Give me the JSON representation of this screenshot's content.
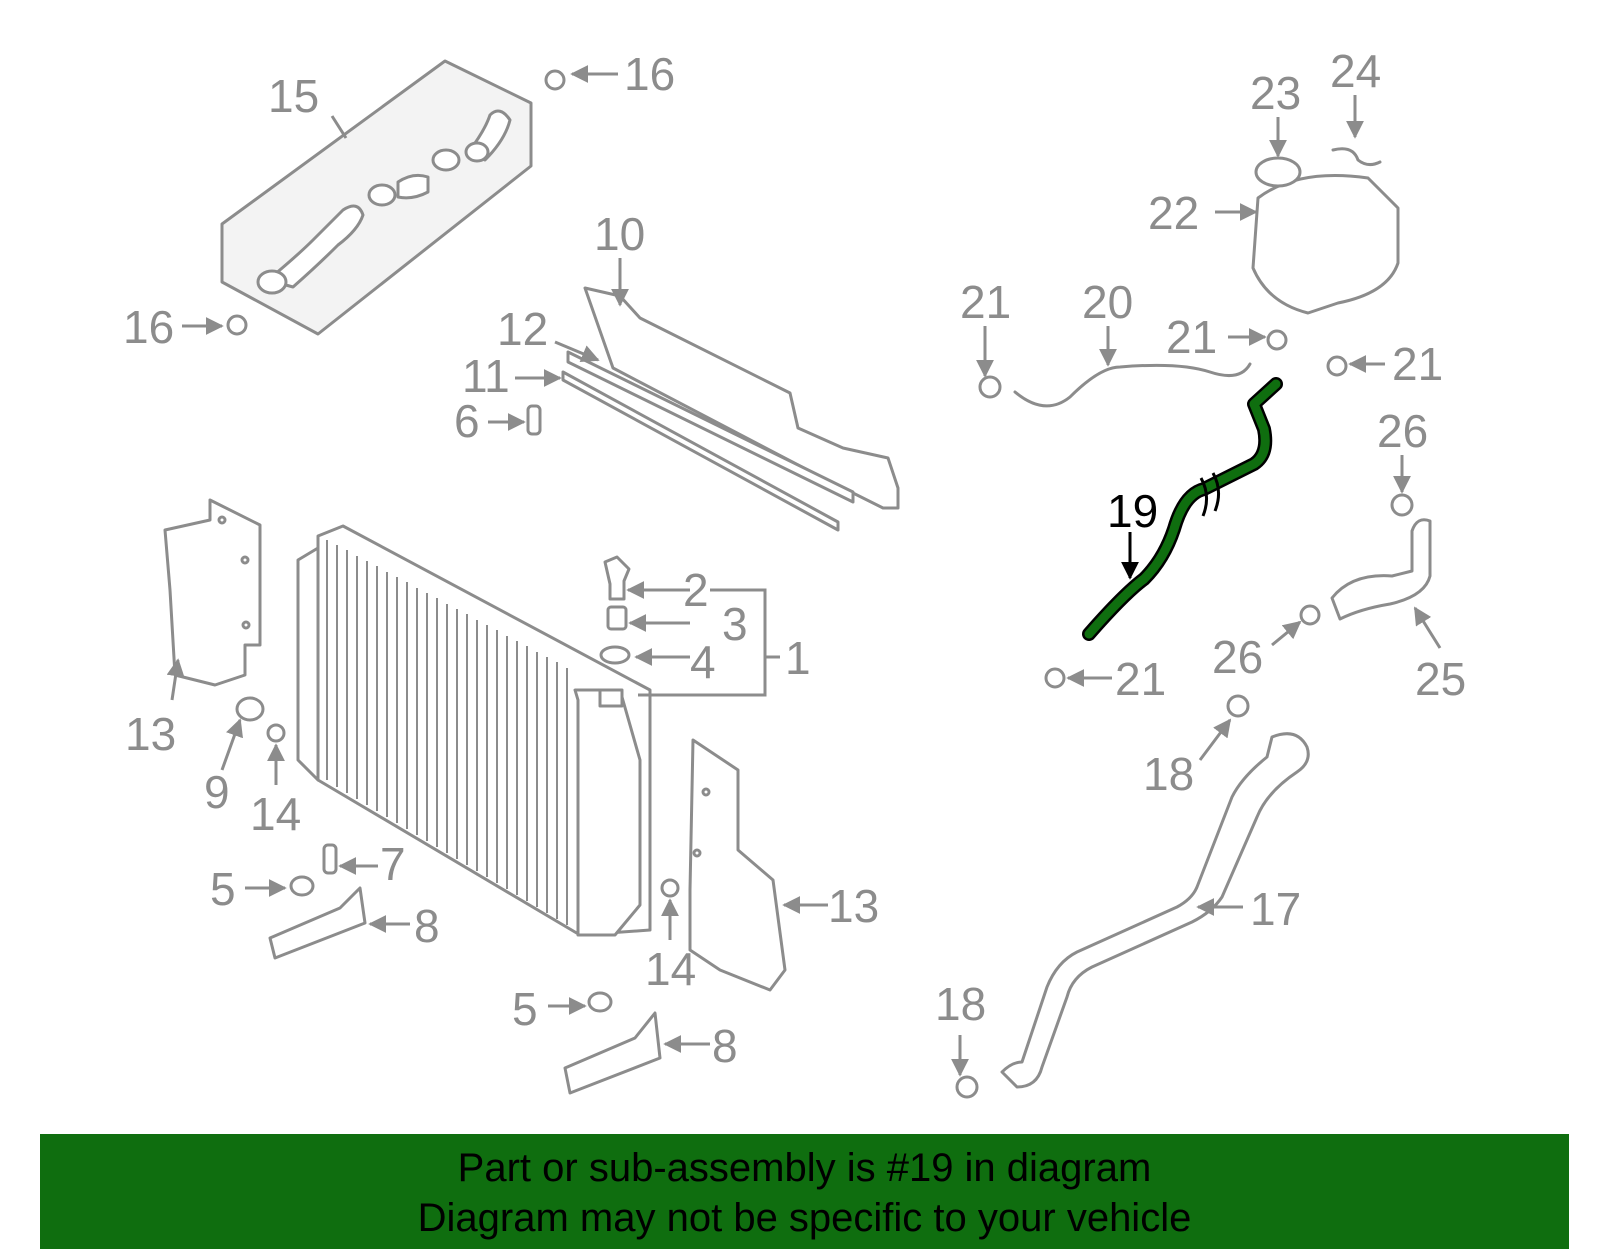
{
  "colors": {
    "line": "#8c8c8c",
    "highlight": "#0f6e0f",
    "banner_bg": "#0f6e0f",
    "text": "#000000"
  },
  "callouts": {
    "c1": "1",
    "c2": "2",
    "c3": "3",
    "c4": "4",
    "c5a": "5",
    "c5b": "5",
    "c6": "6",
    "c7": "7",
    "c8a": "8",
    "c8b": "8",
    "c9": "9",
    "c10": "10",
    "c11": "11",
    "c12": "12",
    "c13a": "13",
    "c13b": "13",
    "c14a": "14",
    "c14b": "14",
    "c15": "15",
    "c16a": "16",
    "c16b": "16",
    "c17": "17",
    "c18a": "18",
    "c18b": "18",
    "c19": "19",
    "c20": "20",
    "c21a": "21",
    "c21b": "21",
    "c21c": "21",
    "c21d": "21",
    "c22": "22",
    "c23": "23",
    "c24": "24",
    "c25": "25",
    "c26a": "26",
    "c26b": "26"
  },
  "highlighted_part": "19",
  "banner": {
    "line1": "Part or sub-assembly is #19 in diagram",
    "line2": "Diagram may not be specific to your vehicle"
  }
}
